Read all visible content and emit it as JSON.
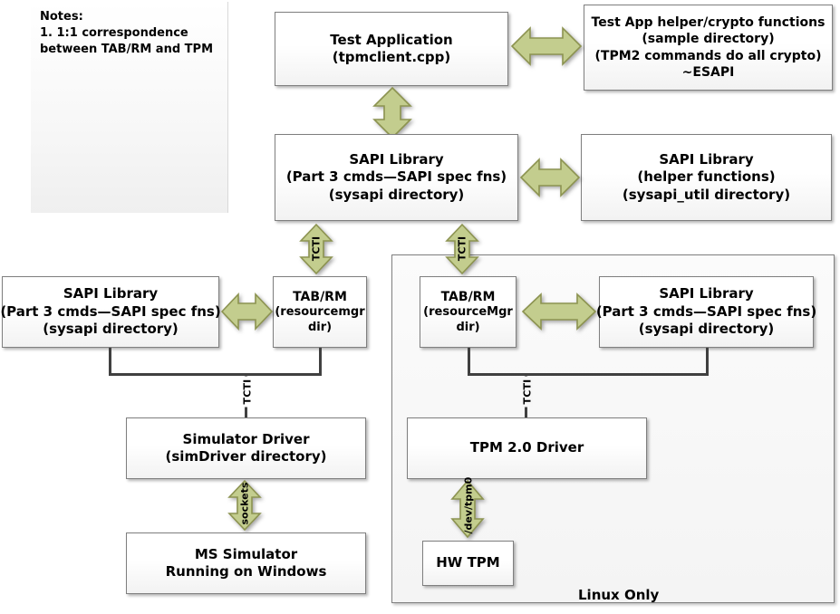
{
  "notes": {
    "title": "Notes:",
    "item1": "1.  1:1 correspondence",
    "item1_cont": "between TAB/RM and TPM"
  },
  "colors": {
    "arrow_fill": "#c3cd8e",
    "arrow_stroke": "#8c9350",
    "box_border": "#7f7f7f",
    "line": "#404040",
    "box_bg_top": "#ffffff",
    "box_bg_bottom": "#f2f2f2"
  },
  "boxes": {
    "test_application": {
      "line1": "Test Application",
      "line2": "(tpmclient.cpp)"
    },
    "test_app_helper": {
      "line1": "Test App helper/crypto functions",
      "line2": "(sample directory)",
      "line3": "(TPM2 commands do all crypto)",
      "line4": "~ESAPI"
    },
    "sapi_main": {
      "line1": "SAPI Library",
      "line2": "(Part 3 cmds—SAPI spec fns)",
      "line3": "(sysapi directory)"
    },
    "sapi_helper": {
      "line1": "SAPI Library",
      "line2": "(helper functions)",
      "line3": "(sysapi_util directory)"
    },
    "sapi_left": {
      "line1": "SAPI Library",
      "line2": "(Part 3 cmds—SAPI spec fns)",
      "line3": "(sysapi directory)"
    },
    "tabrm_left": {
      "line1": "TAB/RM",
      "line2": "(resourcemgr",
      "line3": "dir)"
    },
    "tabrm_right": {
      "line1": "TAB/RM",
      "line2": "(resourceMgr",
      "line3": "dir)"
    },
    "sapi_right": {
      "line1": "SAPI Library",
      "line2": "(Part 3 cmds—SAPI spec fns)",
      "line3": "(sysapi directory)"
    },
    "simulator_driver": {
      "line1": "Simulator Driver",
      "line2": "(simDriver directory)"
    },
    "ms_simulator": {
      "line1": "MS Simulator",
      "line2": "Running on Windows"
    },
    "tpm_driver": {
      "line1": "TPM 2.0 Driver"
    },
    "hw_tpm": {
      "line1": "HW TPM"
    }
  },
  "region": {
    "linux_only_label": "Linux Only"
  },
  "connector_labels": {
    "tcti_testapp_sapi": "",
    "tcti_left": "TCTI",
    "tcti_right": "TCTI",
    "tcti_left_lower": "TCTI",
    "tcti_right_lower": "TCTI",
    "sockets": "sockets",
    "dev_tpm0": "/dev/tpm0"
  }
}
